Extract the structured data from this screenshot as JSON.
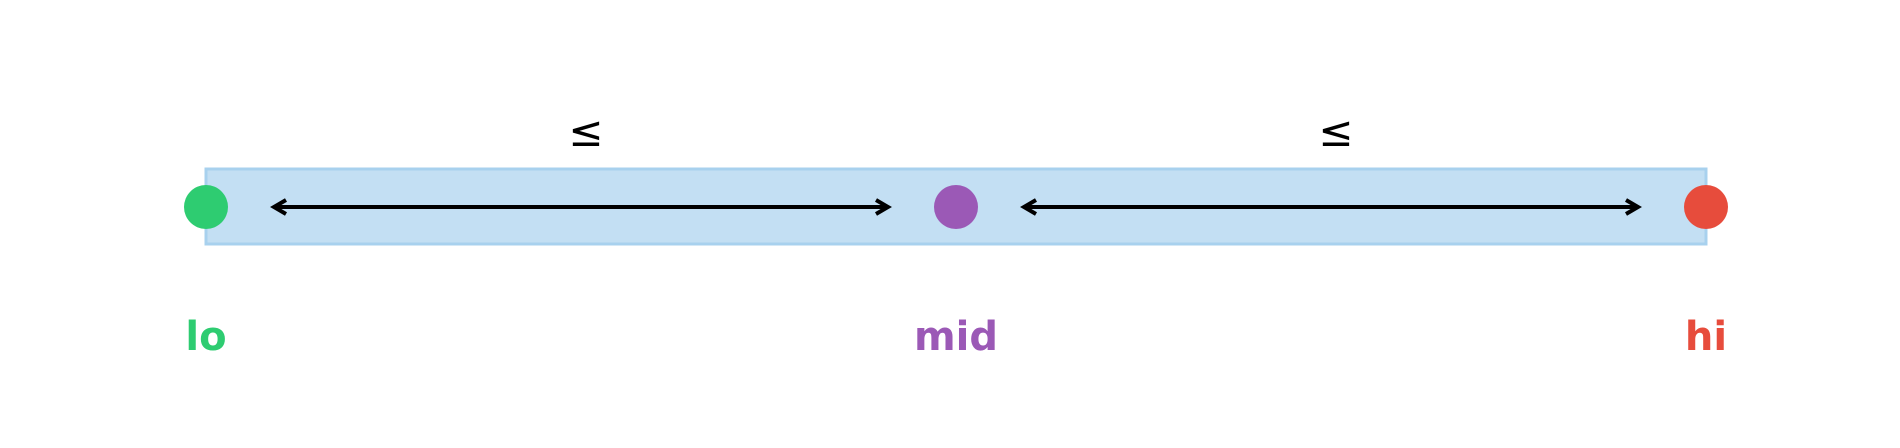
{
  "colors": {
    "band_fill": "#c3dff3",
    "band_stroke": "#a8d1ee",
    "arrow": "#000000",
    "lo": "#2ecc71",
    "mid": "#9b59b6",
    "hi": "#e74c3c"
  },
  "pointers": {
    "lo": {
      "label": "lo"
    },
    "mid": {
      "label": "mid"
    },
    "hi": {
      "label": "hi"
    }
  },
  "relations": {
    "left": "≤",
    "right": "≤"
  }
}
